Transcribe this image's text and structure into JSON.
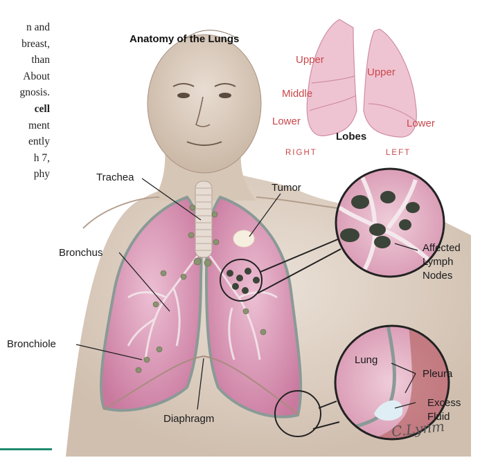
{
  "body_text_fragments": [
    "n and",
    "breast,",
    "than",
    "About",
    "gnosis.",
    "cell",
    "ment",
    "ently",
    "h 7,",
    "phy"
  ],
  "diagram": {
    "title": "Anatomy of the Lungs",
    "lobes": {
      "heading": "Lobes",
      "right_upper": "Upper",
      "right_middle": "Middle",
      "right_lower": "Lower",
      "left_upper": "Upper",
      "left_lower": "Lower",
      "right_side": "RIGHT",
      "left_side": "LEFT"
    },
    "labels": {
      "trachea": "Trachea",
      "tumor": "Tumor",
      "bronchus": "Bronchus",
      "bronchiole": "Bronchiole",
      "diaphragm": "Diaphragm",
      "affected_lymph_nodes_1": "Affected",
      "affected_lymph_nodes_2": "Lymph",
      "affected_lymph_nodes_3": "Nodes",
      "lung": "Lung",
      "pleura": "Pleura",
      "excess_fluid_1": "Excess",
      "excess_fluid_2": "Fluid"
    },
    "signature": "C.Lynm"
  },
  "colors": {
    "lung_pink": "#d98fb0",
    "lobe_pink": "#efc4d2",
    "label_red": "#c9474b",
    "accent_green": "#1f8a6e",
    "node_dark": "#3b4438"
  }
}
